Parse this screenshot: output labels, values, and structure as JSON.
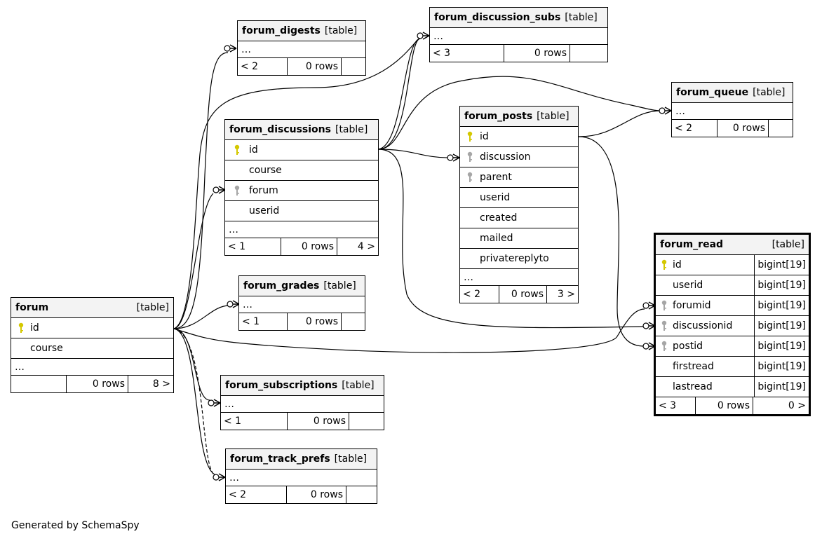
{
  "caption": "Generated by SchemaSpy",
  "tag": "[table]",
  "colors": {
    "pk_key": "#d4c800",
    "fk_key": "#a6a6a6",
    "header_bg": "#f3f3f3",
    "line": "#000000"
  },
  "tables": {
    "forum_digests": {
      "name": "forum_digests",
      "more": "…",
      "foot": [
        "< 2",
        "0 rows",
        ""
      ]
    },
    "forum_discussion_subs": {
      "name": "forum_discussion_subs",
      "more": "…",
      "foot": [
        "< 3",
        "0 rows",
        ""
      ]
    },
    "forum_queue": {
      "name": "forum_queue",
      "more": "…",
      "foot": [
        "< 2",
        "0 rows",
        ""
      ]
    },
    "forum_discussions": {
      "name": "forum_discussions",
      "columns": [
        {
          "name": "id",
          "key": "pk"
        },
        {
          "name": "course",
          "key": ""
        },
        {
          "name": "forum",
          "key": "fk"
        },
        {
          "name": "userid",
          "key": ""
        }
      ],
      "more": "…",
      "foot": [
        "< 1",
        "0 rows",
        "4 >"
      ]
    },
    "forum_posts": {
      "name": "forum_posts",
      "columns": [
        {
          "name": "id",
          "key": "pk"
        },
        {
          "name": "discussion",
          "key": "fk"
        },
        {
          "name": "parent",
          "key": "fk"
        },
        {
          "name": "userid",
          "key": ""
        },
        {
          "name": "created",
          "key": ""
        },
        {
          "name": "mailed",
          "key": ""
        },
        {
          "name": "privatereplyto",
          "key": ""
        }
      ],
      "more": "…",
      "foot": [
        "< 2",
        "0 rows",
        "3 >"
      ]
    },
    "forum_read": {
      "name": "forum_read",
      "columns": [
        {
          "name": "id",
          "key": "pk",
          "type": "bigint[19]"
        },
        {
          "name": "userid",
          "key": "",
          "type": "bigint[19]"
        },
        {
          "name": "forumid",
          "key": "fk",
          "type": "bigint[19]"
        },
        {
          "name": "discussionid",
          "key": "fk",
          "type": "bigint[19]"
        },
        {
          "name": "postid",
          "key": "fk",
          "type": "bigint[19]"
        },
        {
          "name": "firstread",
          "key": "",
          "type": "bigint[19]"
        },
        {
          "name": "lastread",
          "key": "",
          "type": "bigint[19]"
        }
      ],
      "foot": [
        "< 3",
        "0 rows",
        "0 >"
      ]
    },
    "forum_grades": {
      "name": "forum_grades",
      "more": "…",
      "foot": [
        "< 1",
        "0 rows",
        ""
      ]
    },
    "forum": {
      "name": "forum",
      "columns": [
        {
          "name": "id",
          "key": "pk"
        },
        {
          "name": "course",
          "key": ""
        }
      ],
      "more": "…",
      "foot": [
        "",
        "0 rows",
        "8 >"
      ]
    },
    "forum_subscriptions": {
      "name": "forum_subscriptions",
      "more": "…",
      "foot": [
        "< 1",
        "0 rows",
        ""
      ]
    },
    "forum_track_prefs": {
      "name": "forum_track_prefs",
      "more": "…",
      "foot": [
        "< 2",
        "0 rows",
        ""
      ]
    }
  }
}
